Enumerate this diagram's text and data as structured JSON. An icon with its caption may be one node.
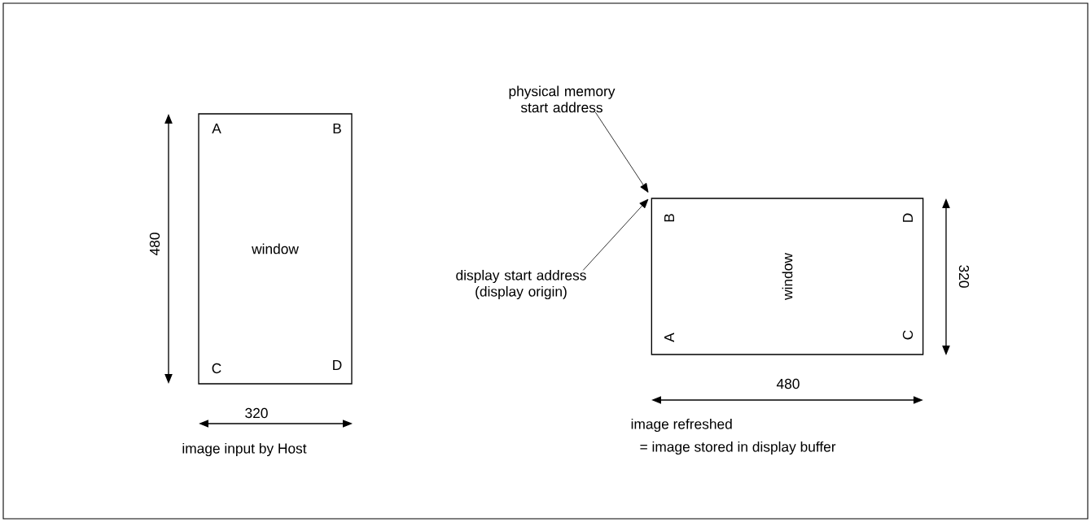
{
  "diagram": {
    "nodes": [
      {
        "text": [
          "window"
        ]
      },
      {
        "text": [
          "physical memory start address"
        ]
      },
      {
        "text": [
          "display start address (display origin)"
        ]
      },
      {
        "text": [
          "window"
        ]
      }
    ],
    "edges": [
      {
        "from": 1,
        "to": 3,
        "arrow": "to"
      },
      {
        "from": 2,
        "to": 3,
        "arrow": "to"
      }
    ],
    "labels": [
      "A",
      "B",
      "C",
      "D",
      "480",
      "320",
      "image input by Host",
      "B",
      "D",
      "A",
      "C",
      "320",
      "480",
      "image refreshed",
      "= image stored in display buffer"
    ]
  }
}
